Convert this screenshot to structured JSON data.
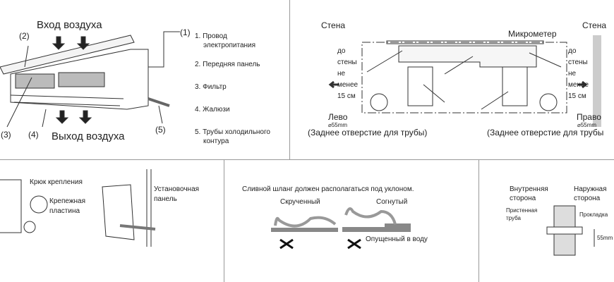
{
  "unit_panel": {
    "air_in": "Вход воздуха",
    "air_out": "Выход воздуха",
    "callouts": [
      "(1)",
      "(2)",
      "(3)",
      "(4)",
      "(5)"
    ],
    "legend": [
      "1. Провод",
      "электропитания",
      "2. Передняя панель",
      "3. Фильтр",
      "4. Жалюзи",
      "5. Трубы холодильного",
      "контура"
    ]
  },
  "plate_panel": {
    "wall_left": "Стена",
    "wall_right": "Стена",
    "micrometer": "Микрометер",
    "clearance_lines": [
      "до",
      "стены",
      "не",
      "менее",
      "15 см"
    ],
    "left": "Лево",
    "right": "Право",
    "diameter": "⌀55mm",
    "rear_hole": "(Заднее отверстие для трубы)",
    "rear_hole_right": "(Заднее отверстие для трубы"
  },
  "hook_panel": {
    "hook": "Крюк крепления",
    "plate": [
      "Крепежная",
      "пластина"
    ],
    "mount": [
      "Установочная",
      "панель"
    ]
  },
  "drain_panel": {
    "title": "Сливной шланг должен располагаться под уклоном.",
    "twisted": "Скрученный",
    "bent": "Согнутый",
    "submerged": "Опущенный в воду"
  },
  "wall_panel": {
    "inside": [
      "Внутренняя",
      "сторона"
    ],
    "outside": [
      "Наружная",
      "сторона"
    ],
    "pipe": [
      "Пристенная",
      "труба"
    ],
    "gasket": "Прокладка",
    "size": "55mm"
  }
}
